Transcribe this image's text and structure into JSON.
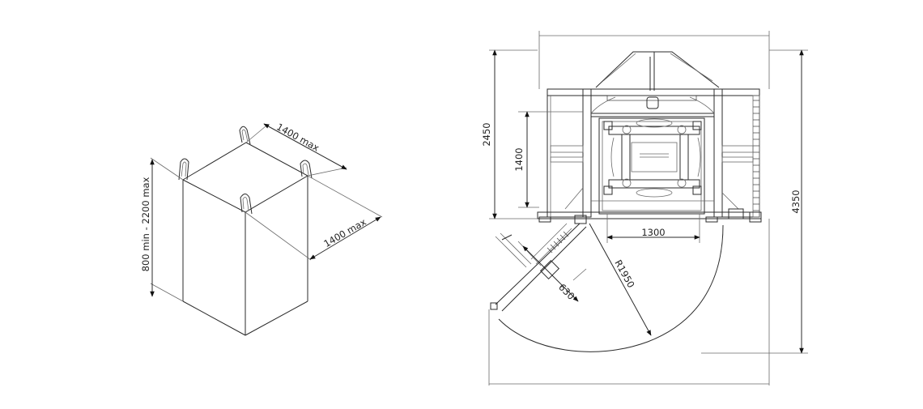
{
  "bag_drawing": {
    "height_label": "800 min - 2200 max",
    "width_label_top": "1400 max",
    "width_label_side": "1400 max"
  },
  "machine_drawing": {
    "frame_height_label": "2450",
    "overall_height_label": "4350",
    "inner_height_label": "1400",
    "inner_width_label": "1300",
    "door_radius_label": "R1950",
    "door_depth_label": "630"
  }
}
